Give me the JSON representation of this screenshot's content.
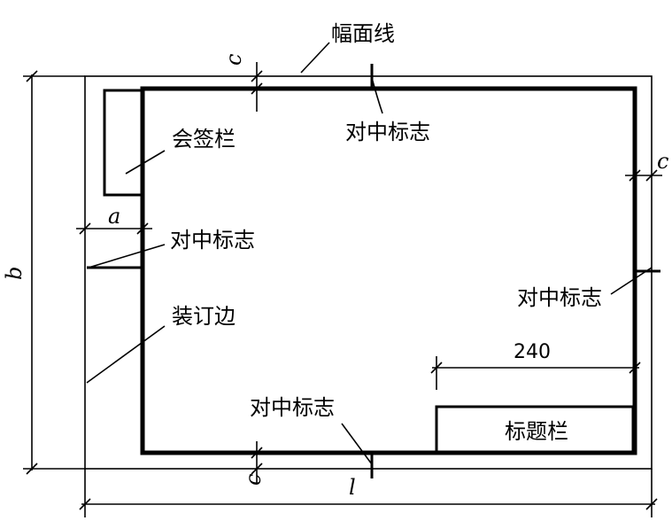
{
  "labels": {
    "sheet_line": "幅面线",
    "signature_box": "会签栏",
    "centering_mark_top": "对中标志",
    "centering_mark_left": "对中标志",
    "centering_mark_right": "对中标志",
    "centering_mark_bottom": "对中标志",
    "binding_edge": "装订边",
    "title_block": "标题栏"
  },
  "dimensions": {
    "a": "a",
    "b": "b",
    "c_top": "c",
    "c_right": "c",
    "c_bottom": "c",
    "l": "l",
    "title_block_width": "240"
  }
}
